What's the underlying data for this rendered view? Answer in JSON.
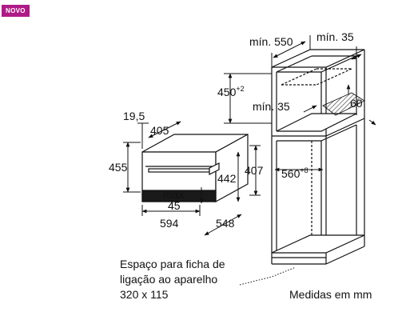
{
  "badge": "NOVO",
  "labels": {
    "min550": "mín. 550",
    "min35_top": "mín. 35",
    "d450": "450",
    "d450_sup": "+2",
    "min35_mid": "mín. 35",
    "d60": "60",
    "d19_5": "19,5",
    "d405": "405",
    "d455": "455",
    "d442": "442",
    "d407": "407",
    "d560": "560",
    "d560_sup": "+8",
    "max_line1": "máx.",
    "max_line2": "45",
    "d594": "594",
    "d548": "548",
    "note_line1": "Espaço para ficha de",
    "note_line2": "ligação ao aparelho",
    "note_line3": "320 x 115",
    "units": "Medidas em mm"
  }
}
